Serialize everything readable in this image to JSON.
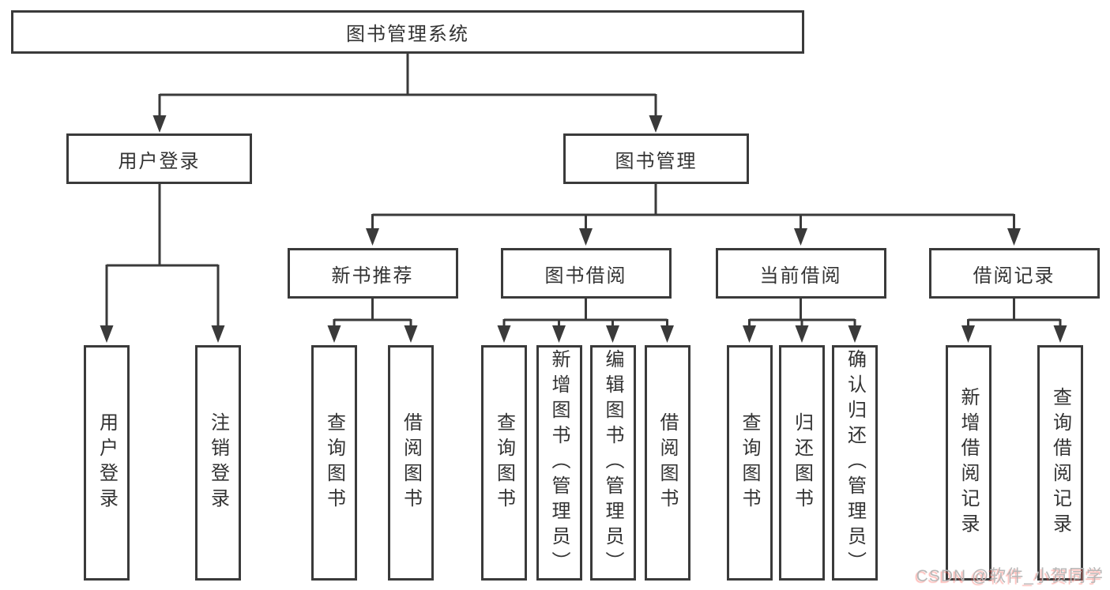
{
  "diagram": {
    "root": {
      "label": "图书管理系统"
    },
    "level2": {
      "user_login": {
        "label": "用户登录"
      },
      "book_management": {
        "label": "图书管理"
      }
    },
    "level3": {
      "new_book_recommend": {
        "label": "新书推荐"
      },
      "book_borrowing": {
        "label": "图书借阅"
      },
      "current_borrowing": {
        "label": "当前借阅"
      },
      "borrowing_records": {
        "label": "借阅记录"
      }
    },
    "leaves": {
      "user_login_leaf": {
        "label": "用户登录"
      },
      "logout": {
        "label": "注销登录"
      },
      "rec_query_books": {
        "label": "查询图书"
      },
      "rec_borrow_books": {
        "label": "借阅图书"
      },
      "bb_query_books": {
        "label": "查询图书"
      },
      "bb_add_books": {
        "label": "新增图书（管理员）"
      },
      "bb_edit_books": {
        "label": "编辑图书（管理员）"
      },
      "bb_borrow_books": {
        "label": "借阅图书"
      },
      "cb_query_books": {
        "label": "查询图书"
      },
      "cb_return_books": {
        "label": "归还图书"
      },
      "cb_confirm_return": {
        "label": "确认归还（管理员）"
      },
      "rr_add_record": {
        "label": "新增借阅记录"
      },
      "rr_query_record": {
        "label": "查询借阅记录"
      }
    },
    "colors": {
      "line": "#3a3a3a",
      "text": "#333333",
      "box_background": "#ffffff"
    }
  },
  "watermark": {
    "text": "CSDN @软件_小贺同学"
  }
}
